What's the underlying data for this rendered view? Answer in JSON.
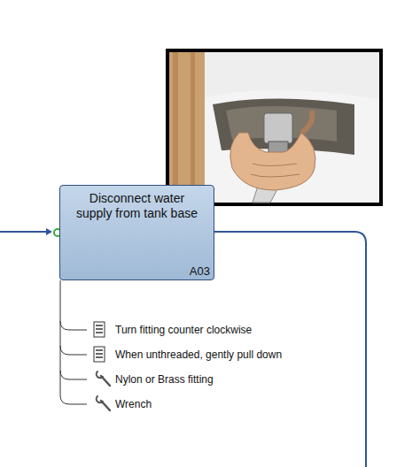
{
  "diagram": {
    "nodes": [
      {
        "text": [
          "Disconnect water supply from tank base",
          "A03"
        ]
      }
    ],
    "labels": [
      "Turn fitting counter clockwise",
      "When unthreaded, gently pull down",
      "Nylon or Brass fitting",
      "Wrench"
    ]
  }
}
